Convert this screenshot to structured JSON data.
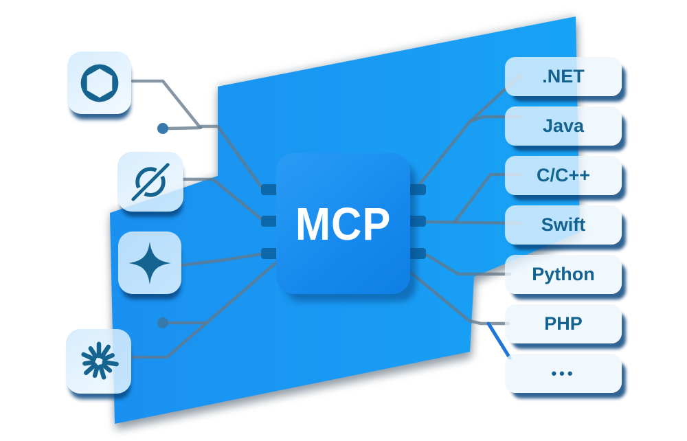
{
  "diagram": {
    "title_hidden": "",
    "chip": {
      "label": "MCP"
    },
    "clients": [
      {
        "name": "openai"
      },
      {
        "name": "compass"
      },
      {
        "name": "gemini-star"
      },
      {
        "name": "claude-burst"
      }
    ],
    "languages": [
      ".NET",
      "Java",
      "C/C++",
      "Swift",
      "Python",
      "PHP",
      "•••"
    ],
    "colors": {
      "sheet_blue_left": "#1a90f0",
      "sheet_blue_right": "#18a3f6",
      "chip_blue": "#1486ec",
      "pin_blue": "#0d67a8",
      "tile_fill": "#d7ebfc",
      "navy_shadow": "#0d4e84",
      "trace_gray": "#64798b",
      "trace_blue": "#1d76d9",
      "label_text": "#136290",
      "chip_text": "#ffffff",
      "dot_accent": "#3579ad"
    }
  }
}
